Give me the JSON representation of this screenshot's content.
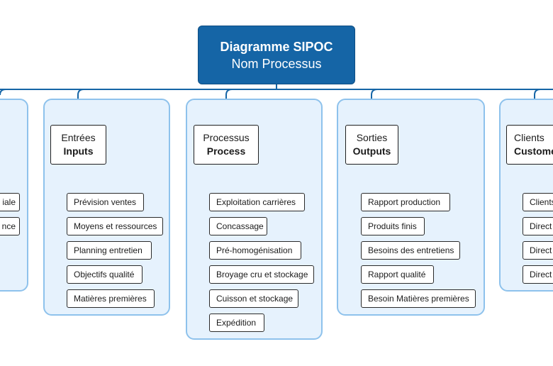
{
  "diagram": {
    "title": "Diagramme SIPOC",
    "subtitle": "Nom Processus"
  },
  "columns": [
    {
      "key": "suppliers",
      "label_fr": "",
      "label_en": "",
      "items": [
        "iale",
        "nce"
      ]
    },
    {
      "key": "inputs",
      "label_fr": "Entrées",
      "label_en": "Inputs",
      "items": [
        "Prévision ventes",
        "Moyens et ressources",
        "Planning entretien",
        "Objectifs qualité",
        "Matières premières"
      ]
    },
    {
      "key": "process",
      "label_fr": "Processus",
      "label_en": "Process",
      "items": [
        "Exploitation carrières",
        "Concassage",
        "Pré-homogénisation",
        "Broyage cru et stockage",
        "Cuisson et stockage",
        "Expédition"
      ]
    },
    {
      "key": "outputs",
      "label_fr": "Sorties",
      "label_en": "Outputs",
      "items": [
        "Rapport production",
        "Produits finis",
        "Besoins des entretiens",
        "Rapport qualité",
        "Besoin Matières premières"
      ]
    },
    {
      "key": "customers",
      "label_fr": "Clients",
      "label_en": "Custome",
      "items": [
        "Clients",
        "Direct",
        "Direct",
        "Direct"
      ]
    }
  ],
  "colors": {
    "root_fill": "#1565a6",
    "panel_fill": "#e6f2fd",
    "panel_border": "#8ec2ec",
    "connector": "#1565a6",
    "tree_line": "#1f1f1f"
  }
}
